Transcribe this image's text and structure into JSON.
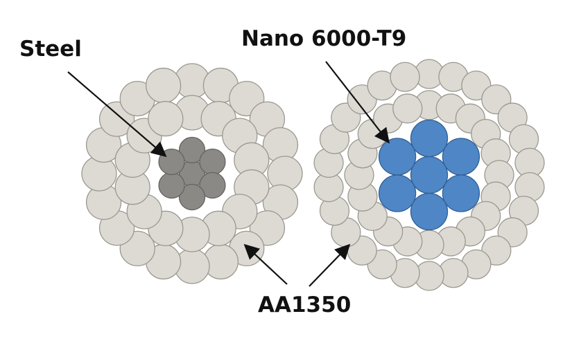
{
  "labels": {
    "steel": "Steel",
    "nano": "Nano 6000-T9",
    "aa": "AA1350"
  },
  "colors": {
    "aluminum_fill": "#dcdad3",
    "aluminum_stroke": "#9a988f",
    "steel_fill": "#8b8986",
    "steel_stroke": "#64625f",
    "nano_fill": "#4f86c6",
    "nano_stroke": "#2f5f96",
    "arrow": "#111111"
  }
}
